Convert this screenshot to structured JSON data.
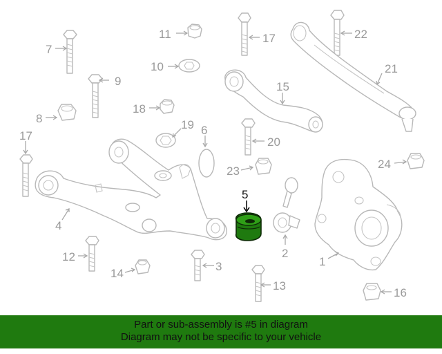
{
  "diagram": {
    "highlight_color": "#1f7a0f",
    "highlighted_part": "5",
    "callouts": [
      "1",
      "2",
      "3",
      "4",
      "5",
      "6",
      "7",
      "8",
      "9",
      "10",
      "11",
      "12",
      "13",
      "14",
      "15",
      "16",
      "17",
      "17",
      "18",
      "19",
      "20",
      "21",
      "22",
      "23",
      "24"
    ]
  },
  "banner": {
    "line1": "Part or sub-assembly is #5 in diagram",
    "line2": "Diagram may not be specific to your vehicle",
    "background": "#1f7a0f"
  }
}
